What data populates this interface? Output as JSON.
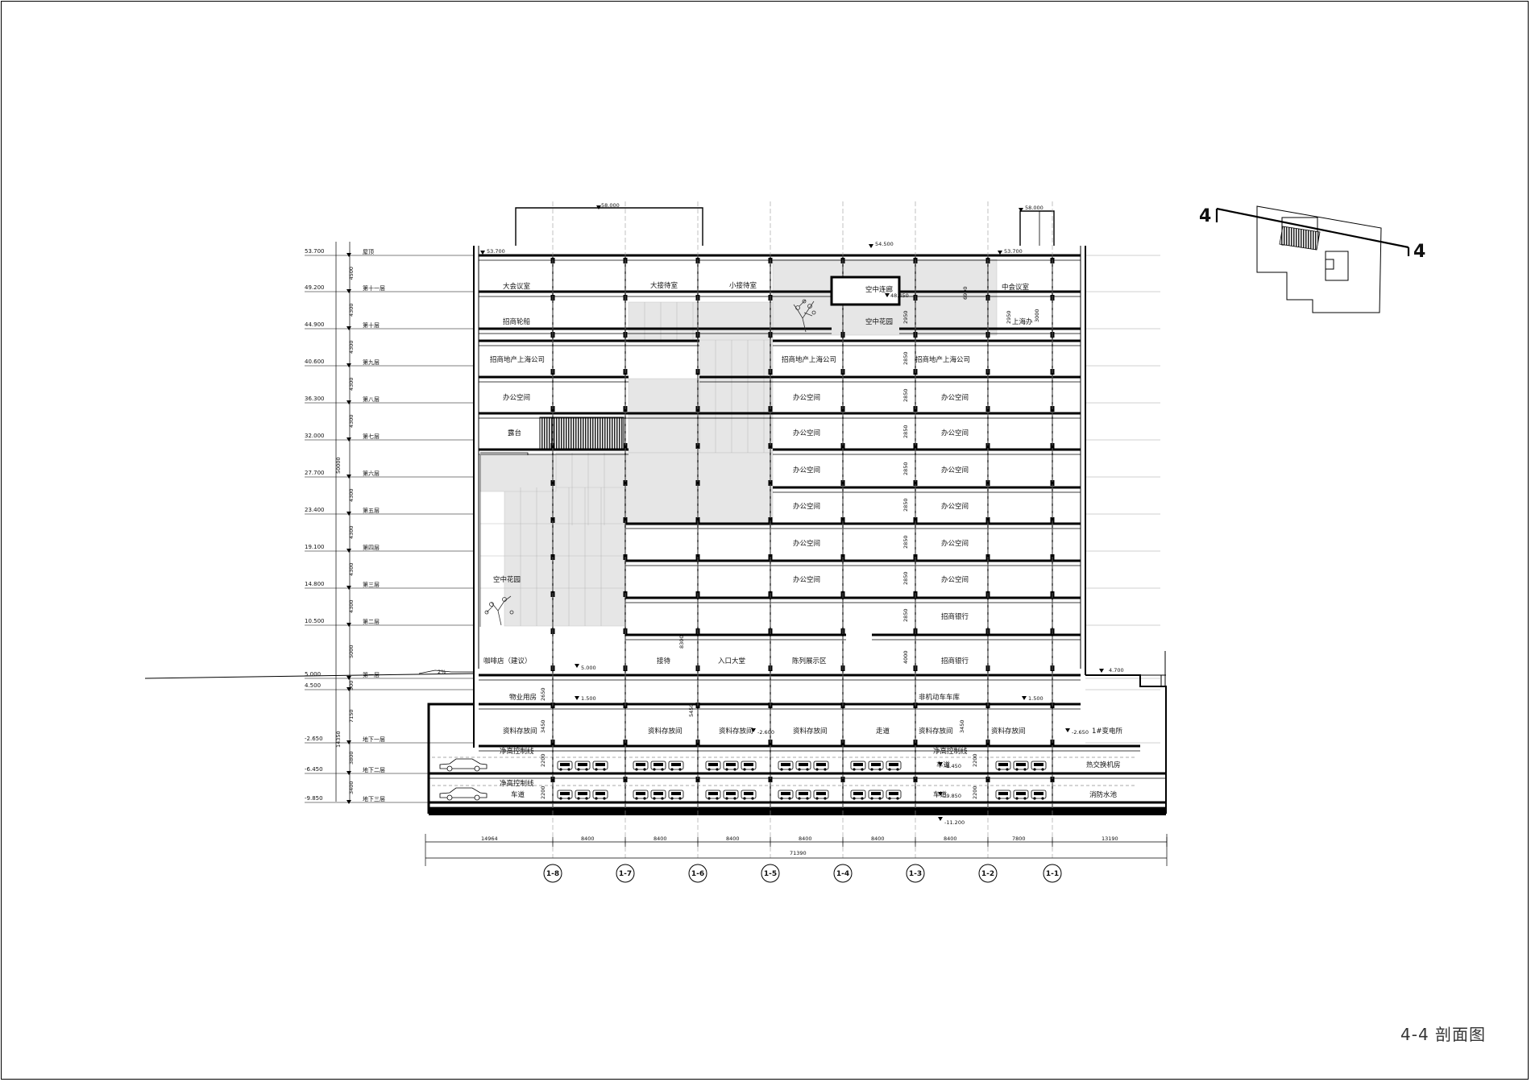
{
  "drawing": {
    "title": "4-4 剖面图",
    "key_plan_label_left": "4",
    "key_plan_label_right": "4"
  },
  "floors": [
    {
      "elev": "53.700",
      "name": "屋顶",
      "height": "4500"
    },
    {
      "elev": "49.200",
      "name": "第十一层",
      "height": "4300"
    },
    {
      "elev": "44.900",
      "name": "第十层",
      "height": "4300"
    },
    {
      "elev": "40.600",
      "name": "第九层",
      "height": "4300"
    },
    {
      "elev": "36.300",
      "name": "第八层",
      "height": "4300"
    },
    {
      "elev": "32.000",
      "name": "第七层",
      "height": ""
    },
    {
      "elev": "27.700",
      "name": "第六层",
      "height": "4300"
    },
    {
      "elev": "23.400",
      "name": "第五层",
      "height": "4300"
    },
    {
      "elev": "19.100",
      "name": "第四层",
      "height": "4300"
    },
    {
      "elev": "14.800",
      "name": "第三层",
      "height": "4300"
    },
    {
      "elev": "10.500",
      "name": "第二层",
      "height": "5000"
    },
    {
      "elev": "5.000",
      "name": "第一层",
      "height": "500"
    },
    {
      "elev": "4.500",
      "name": "",
      "height": "7150"
    },
    {
      "elev": "-2.650",
      "name": "地下一层",
      "height": "3800"
    },
    {
      "elev": "-6.450",
      "name": "地下二层",
      "height": "3400"
    },
    {
      "elev": "-9.850",
      "name": "地下三层",
      "height": ""
    }
  ],
  "side_dims": {
    "total_above": "50000",
    "total_below": "14350"
  },
  "top_elevations": {
    "left_tower": "58.000",
    "center_roof": "54.500",
    "right_tower": "58.000",
    "roof_left": "53.700",
    "roof_right": "53.700",
    "skybridge": "48.450"
  },
  "rooms": {
    "f11": {
      "r1": "大会议室",
      "r2": "大接待室",
      "r3": "小接待室",
      "r4": "空中连廊",
      "r5": "中会议室"
    },
    "f10": {
      "r1": "招商轮船",
      "r2": "空中花园",
      "r3": "上海办"
    },
    "f9": {
      "r1": "招商地产上海公司",
      "r2": "招商地产上海公司",
      "r3": "招商地产上海公司"
    },
    "f8": {
      "r1": "办公空间",
      "r2": "办公空间",
      "r3": "办公空间"
    },
    "f7": {
      "r1": "露台",
      "r2": "办公空间",
      "r3": "办公空间"
    },
    "f6": {
      "r2": "办公空间",
      "r3": "办公空间"
    },
    "f5": {
      "r2": "办公空间",
      "r3": "办公空间"
    },
    "f4": {
      "r2": "办公空间",
      "r3": "办公空间"
    },
    "f3": {
      "r1": "空中花园",
      "r2": "办公空间",
      "r3": "办公空间"
    },
    "f2": {
      "r3": "招商银行"
    },
    "f1": {
      "r1": "咖啡店（建议）",
      "r2": "接待",
      "r3": "入口大堂",
      "r4": "陈列展示区",
      "r5": "招商银行"
    },
    "mezz": {
      "r1": "物业用房",
      "r2": "非机动车车库"
    },
    "b1": {
      "r1": "资料存放间",
      "r2": "资料存放间",
      "r3": "资料存放间",
      "r4": "资料存放间",
      "r5": "走道",
      "r6": "资料存放间",
      "r7": "资料存放间",
      "r8": "1#变电所"
    },
    "b2": {
      "r1": "净高控制线",
      "r2": "净高控制线",
      "r3": "车道",
      "r4": "热交换机房"
    },
    "b3": {
      "r1": "净高控制线",
      "r2": "车道",
      "r3": "车道",
      "r4": "消防水池"
    }
  },
  "internal_elev": {
    "f1_cafe": "5.000",
    "mezz_l": "1.500",
    "mezz_r": "1.500",
    "b1_l": "-2.600",
    "b1_r": "-2.650",
    "ground_r": "4.700",
    "b2": "-6.450",
    "b3": "-9.850",
    "bottom": "-11.200",
    "ground_slope": "2%"
  },
  "internal_dims": {
    "d_f11": "6900",
    "d_f11b": "3000",
    "d_f10": "2950",
    "d_f10b": "2950",
    "d_f9": "2850",
    "d_f8": "2850",
    "d_f7": "2850",
    "d_f6": "2850",
    "d_f5": "2850",
    "d_f4": "2850",
    "d_f3": "2850",
    "d_f2": "2850",
    "d_f1": "8300",
    "d_f1b": "4000",
    "d_mezz": "2650",
    "d_b1a": "5450",
    "d_b1b": "3450",
    "d_b1c": "3450",
    "d_b2": "2200",
    "d_b2b": "2200",
    "d_b3": "2200",
    "d_b3b": "2200"
  },
  "bottom_dims": {
    "spans": [
      "14964",
      "8400",
      "8400",
      "8400",
      "8400",
      "8400",
      "8400",
      "7800",
      "13190"
    ],
    "total": "71390"
  },
  "axes": [
    "1-8",
    "1-7",
    "1-6",
    "1-5",
    "1-4",
    "1-3",
    "1-2",
    "1-1"
  ]
}
